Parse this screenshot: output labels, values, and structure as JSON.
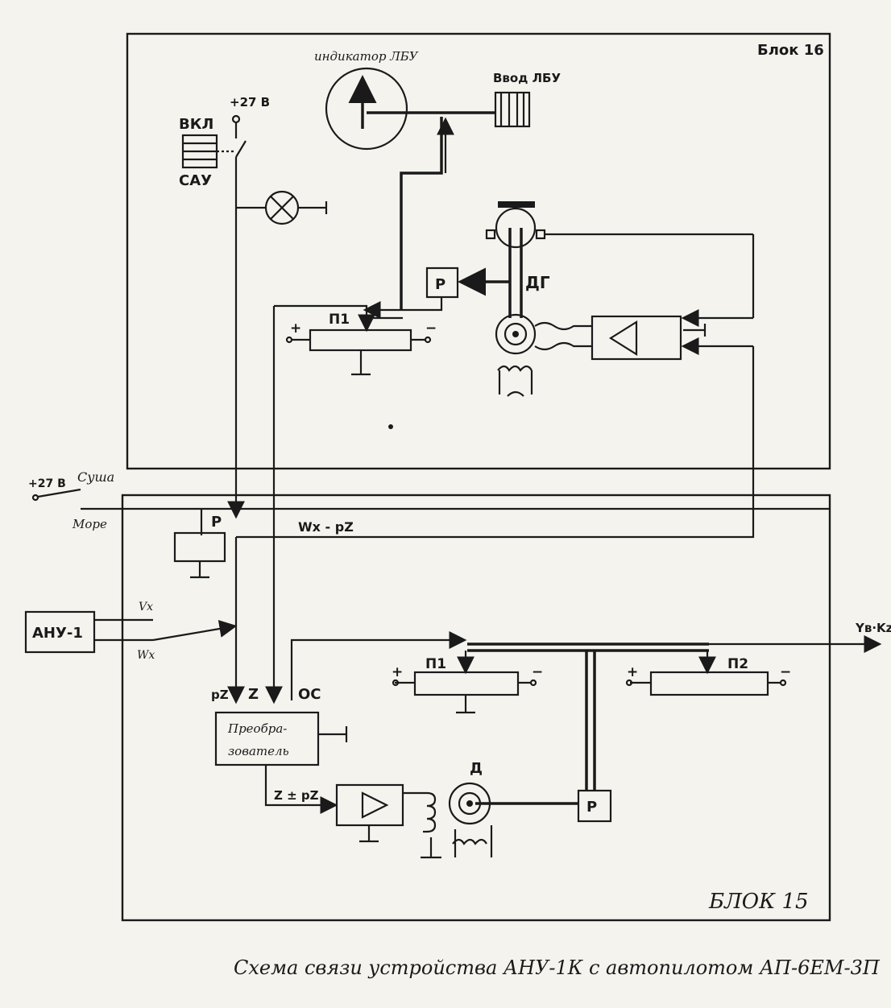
{
  "block16": {
    "title": "Блок 16"
  },
  "block15": {
    "title": "БЛОК 15"
  },
  "indicator_label": "индикатор ЛБУ",
  "input_label": "Ввод ЛБУ",
  "switch": {
    "top": "ВКЛ",
    "bottom": "САУ"
  },
  "supply_label": "+27 В",
  "supply2_label": "+27 В",
  "land_label": "Суша",
  "sea_label": "Море",
  "relay_label": "Р",
  "dg_label": "ДГ",
  "p1_top_label": "П1",
  "anu_label": "АНУ-1",
  "vx_label": "Vx",
  "wx_label": "Wx",
  "wpz_label": "Wx - pZ",
  "inputs": {
    "pz": "pZ",
    "z": "Z",
    "oc": "ОС"
  },
  "converter_label": "Преобра-зователь",
  "converter_line1": "Преобра-",
  "converter_line2": "зователь",
  "zpz_label": "Z ± pZ",
  "d_label": "Д",
  "p1_bottom_label": "П1",
  "p2_label": "П2",
  "out_label": "Yв·Kz",
  "plus": "+",
  "minus": "−",
  "caption": "Схема связи устройства АНУ-1К с автопилотом АП-6ЕМ-3П"
}
